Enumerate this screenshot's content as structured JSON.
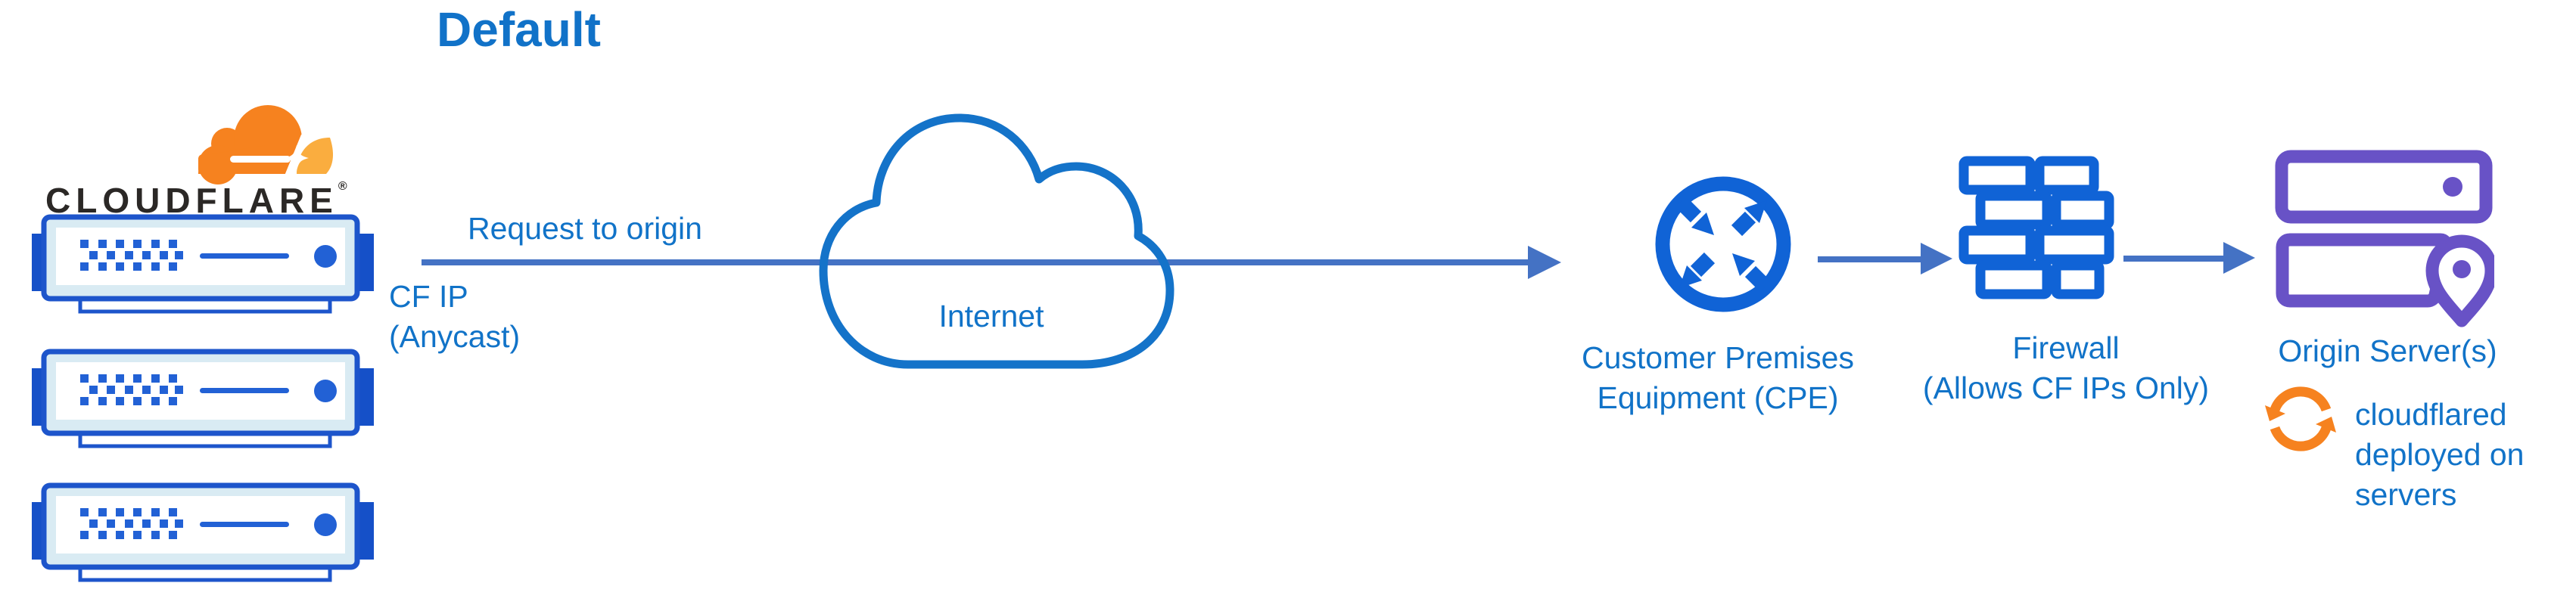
{
  "title": "Default",
  "logo": {
    "wordmark": "CLOUDFLARE",
    "registered": "®"
  },
  "edge": {
    "label": "Request to origin",
    "sublabel": "CF IP\n(Anycast)"
  },
  "internet": {
    "label": "Internet"
  },
  "nodes": {
    "cloudflare_servers": {
      "icon": "cloudflare-server-icon",
      "count": 3
    },
    "cpe": {
      "label": "Customer Premises\nEquipment (CPE)",
      "icon": "cpe-router-icon"
    },
    "firewall": {
      "label": "Firewall\n(Allows CF IPs Only)",
      "icon": "firewall-brick-icon"
    },
    "origin": {
      "label": "Origin Server(s)",
      "icon": "origin-server-icon",
      "annotation": "cloudflared\ndeployed on\nservers"
    }
  },
  "colors": {
    "text_blue": "#1173c8",
    "arrow_blue": "#4472c4",
    "icon_blue": "#1063d6",
    "server_stroke_blue": "#1d55cb",
    "server_fill": "#d9ebf3",
    "server_dot_blue": "#2261d5",
    "server_tab_blue": "#1550c8",
    "internet_cloud_blue": "#1473c9",
    "origin_purple": "#6852c6",
    "cloudflare_orange": "#f6821f",
    "cloudflare_light_orange": "#faad3f",
    "wordmark_dark": "#2b2826"
  }
}
